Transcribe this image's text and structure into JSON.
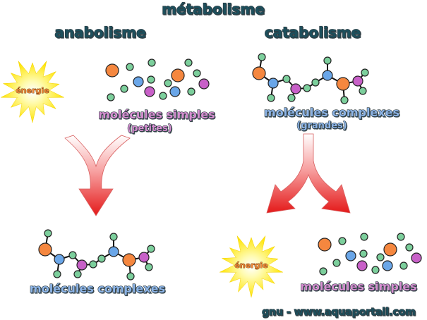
{
  "title": "métabolisme",
  "left": {
    "heading": "anabolisme",
    "energy": "énergie",
    "input_label": "molécules simples",
    "input_sublabel": "(petites)",
    "output_label": "molécules complexes"
  },
  "right": {
    "heading": "catabolisme",
    "input_label": "molécules complexes",
    "input_sublabel": "(grandes)",
    "energy": "énergie",
    "output_label": "molécules simples"
  },
  "credit": "gnu - www.aquaportail.com",
  "colors": {
    "heading": "#1d4f5c",
    "simple_text": "#d58fd0",
    "complex_text": "#8db4e6",
    "energy_text": "#f08a3a",
    "orange_atom": "#f5873f",
    "blue_atom": "#6aa6e8",
    "magenta_atom": "#c860c8",
    "green_atom": "#7ccf9c",
    "arrow": "#e82020"
  }
}
